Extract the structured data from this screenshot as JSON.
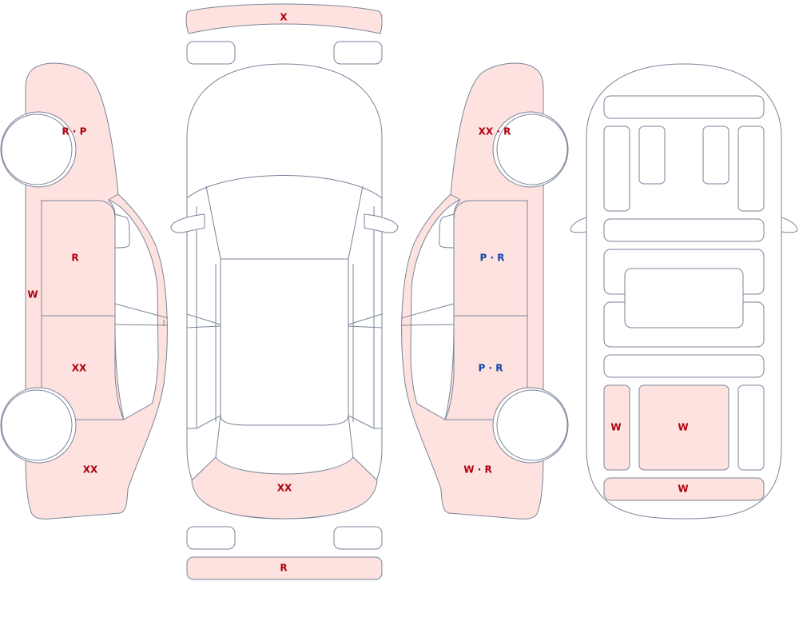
{
  "colors": {
    "damage_fill": "#fde2e0",
    "outline": "#7a8499",
    "code_red": "#b00010",
    "code_blue": "#1244a8"
  },
  "labels": {
    "front_bumper": "X",
    "rear_bumper": "R",
    "hood": "XX",
    "left_front_fender": "R · P",
    "left_front_door": "R",
    "left_rear_door": "XX",
    "left_rear_quarter": "XX",
    "left_rocker": "W",
    "right_front_fender": "XX · R",
    "right_front_door": "P · R",
    "right_rear_door": "P · R",
    "right_rear_quarter": "W · R",
    "floor_left_rear": "W",
    "floor_center_rear": "W",
    "floor_rear_panel": "W"
  }
}
